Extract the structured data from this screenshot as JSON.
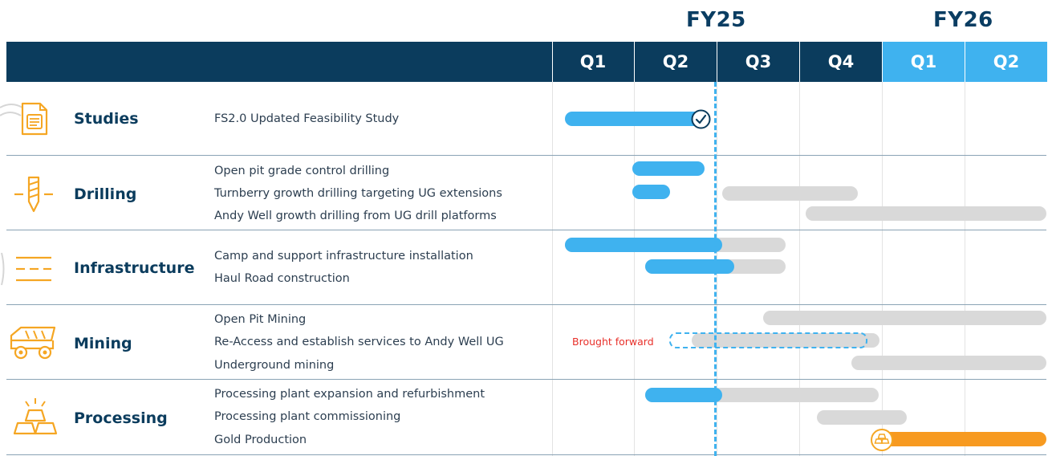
{
  "fiscal_years": [
    {
      "label": "FY25"
    },
    {
      "label": "FY26"
    }
  ],
  "quarters": [
    {
      "label": "Q1",
      "fy": "FY25"
    },
    {
      "label": "Q2",
      "fy": "FY25"
    },
    {
      "label": "Q3",
      "fy": "FY25"
    },
    {
      "label": "Q4",
      "fy": "FY25"
    },
    {
      "label": "Q1",
      "fy": "FY26"
    },
    {
      "label": "Q2",
      "fy": "FY26"
    }
  ],
  "colors": {
    "header": "#0b3c5d",
    "fy26_header": "#3fb2ef",
    "completed": "#3fb2ef",
    "planned": "#d9d9d9",
    "production": "#f79a20",
    "icon": "#f5a623",
    "annotation": "#e8302a"
  },
  "categories": [
    {
      "name": "Studies",
      "icon": "document-icon",
      "tasks": [
        "FS2.0 Updated Feasibility Study"
      ]
    },
    {
      "name": "Drilling",
      "icon": "drill-icon",
      "tasks": [
        "Open pit grade control drilling",
        "Turnberry growth drilling targeting UG extensions",
        "Andy Well growth drilling from UG drill platforms"
      ]
    },
    {
      "name": "Infrastructure",
      "icon": "road-icon",
      "tasks": [
        "Camp and support infrastructure installation",
        "Haul Road construction"
      ]
    },
    {
      "name": "Mining",
      "icon": "haul-truck-icon",
      "tasks": [
        "Open Pit Mining",
        "Re-Access and establish services to Andy Well UG",
        "Underground mining"
      ]
    },
    {
      "name": "Processing",
      "icon": "gold-bars-icon",
      "tasks": [
        "Processing plant expansion and refurbishment",
        "Processing plant commissioning",
        "Gold Production"
      ]
    }
  ],
  "annotations": {
    "brought_forward": "Brought forward"
  }
}
